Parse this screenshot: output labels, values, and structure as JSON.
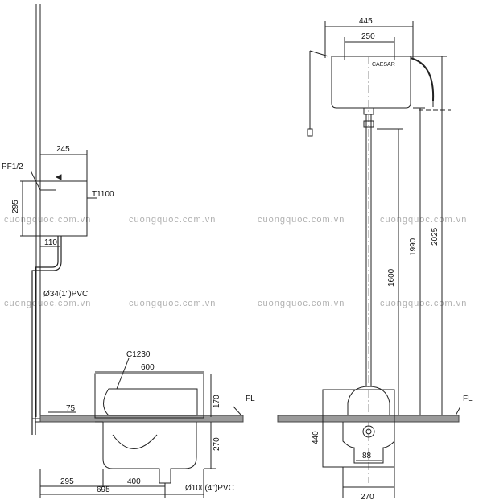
{
  "labels": {
    "d245": "245",
    "pf": "PF1/2",
    "d295_tank": "295",
    "t1100": "T1100",
    "d110": "110",
    "pipe": "Ø34(1\")PVC",
    "c1230": "C1230",
    "d600": "600",
    "d75": "75",
    "d170": "170",
    "d270_side": "270",
    "fl_left": "FL",
    "d295_bottom": "295",
    "d400": "400",
    "d695": "695",
    "outlet": "Ø100(4\")PVC",
    "d445": "445",
    "d250": "250",
    "caesar": "CAESAR",
    "d1600": "1600",
    "d1990": "1990",
    "d2025": "2025",
    "fl_right": "FL",
    "d440": "440",
    "d88": "88",
    "d270_front": "270"
  },
  "watermark": "cuongquoc.com.vn"
}
